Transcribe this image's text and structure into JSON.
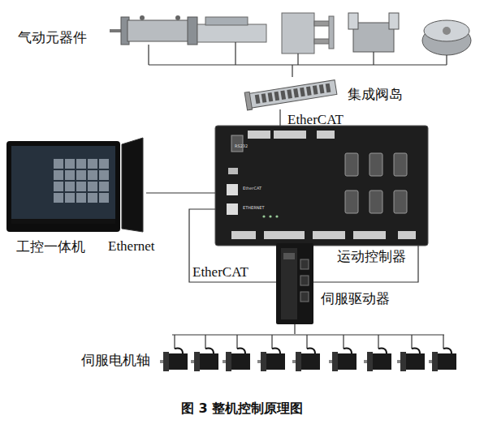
{
  "diagram": {
    "caption": "图 3 整机控制原理图",
    "nodes": [
      {
        "text": [
          "气动元器件"
        ]
      },
      {
        "text": [
          "集成阀岛"
        ]
      },
      {
        "text": [
          "工控一体机"
        ]
      },
      {
        "text": [
          "运动控制器"
        ]
      },
      {
        "text": [
          "伺服驱动器"
        ]
      },
      {
        "text": [
          "伺服电机轴"
        ]
      }
    ],
    "edges": [
      {
        "from": 1,
        "to": 0,
        "arrow": "none"
      },
      {
        "from": 3,
        "to": 1,
        "label": "EtherCAT",
        "arrow": "none"
      },
      {
        "from": 2,
        "to": 3,
        "label": "Ethernet",
        "arrow": "none"
      },
      {
        "from": 3,
        "to": 4,
        "label": "EtherCAT",
        "arrow": "none"
      },
      {
        "from": 3,
        "to": 4,
        "arrow": "none"
      },
      {
        "from": 4,
        "to": 5,
        "arrow": "none"
      }
    ],
    "labels": [
      "RS232",
      "EtherCAT",
      "ETHERNET"
    ]
  }
}
